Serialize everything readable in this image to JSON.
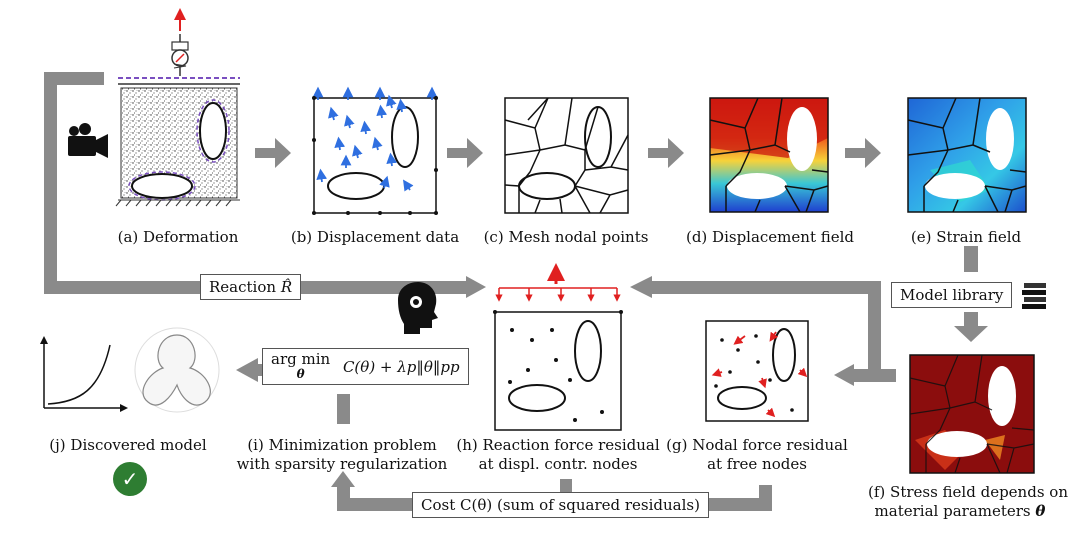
{
  "panels": {
    "a": "(a) Deformation",
    "b": "(b) Displacement data",
    "c": "(c) Mesh nodal points",
    "d": "(d) Displacement field",
    "e": "(e) Strain field",
    "f_line1": "(f) Stress field depends on",
    "f_line2": "material parameters",
    "g_line1": "(g) Nodal force residual",
    "g_line2": "at free nodes",
    "h_line1": "(h) Reaction force residual",
    "h_line2": "at displ. contr. nodes",
    "i_line1": "(i) Minimization problem",
    "i_line2": "with sparsity regularization",
    "j": "(j) Discovered model"
  },
  "boxes": {
    "reaction": "Reaction",
    "reaction_symbol": "R̂",
    "model_library": "Model library",
    "argmin": "arg min",
    "argmin_sub": "θ",
    "objective": "C(θ) + λp‖θ‖pp",
    "cost": "Cost C(θ) (sum of squared residuals)"
  },
  "symbols": {
    "theta": "θ"
  },
  "colors": {
    "arrow": "#888888",
    "blue_arrow": "#2f6fe0",
    "red_arrow": "#e02020",
    "dark_red": "#8b0d0d",
    "check": "#2e7d32",
    "dashed_purple": "#7a4fc0"
  }
}
